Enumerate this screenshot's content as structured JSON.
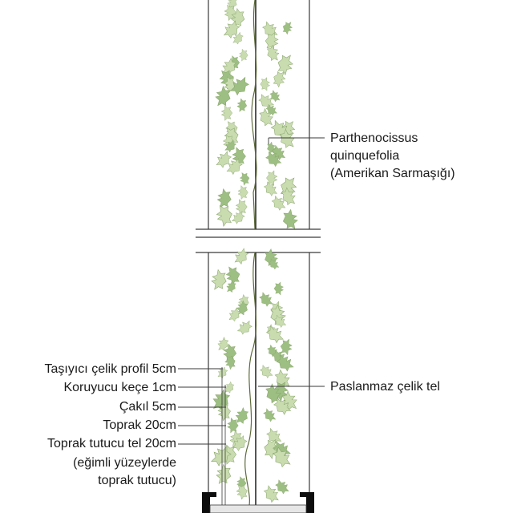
{
  "labels": {
    "plant": [
      "Parthenocissus",
      "quinquefolia",
      "(Amerikan Sarmaşığı)"
    ],
    "wire": "Paslanmaz çelik tel",
    "profile": "Taşıyıcı çelik profil 5cm",
    "felt": "Koruyucu keçe 1cm",
    "gravel": "Çakıl 5cm",
    "soil": "Toprak 20cm",
    "soil_wire": "Toprak tutucu tel 20cm",
    "soil_wire_note": [
      "(eğimli yüzeylerde",
      "toprak tutucu)"
    ]
  },
  "colors": {
    "line": "#3a3a3a",
    "leaf": "#c9dcb0",
    "leaf_dark": "#9dbf83",
    "stem": "#5d6b3c",
    "base": "#0d0d0d"
  }
}
